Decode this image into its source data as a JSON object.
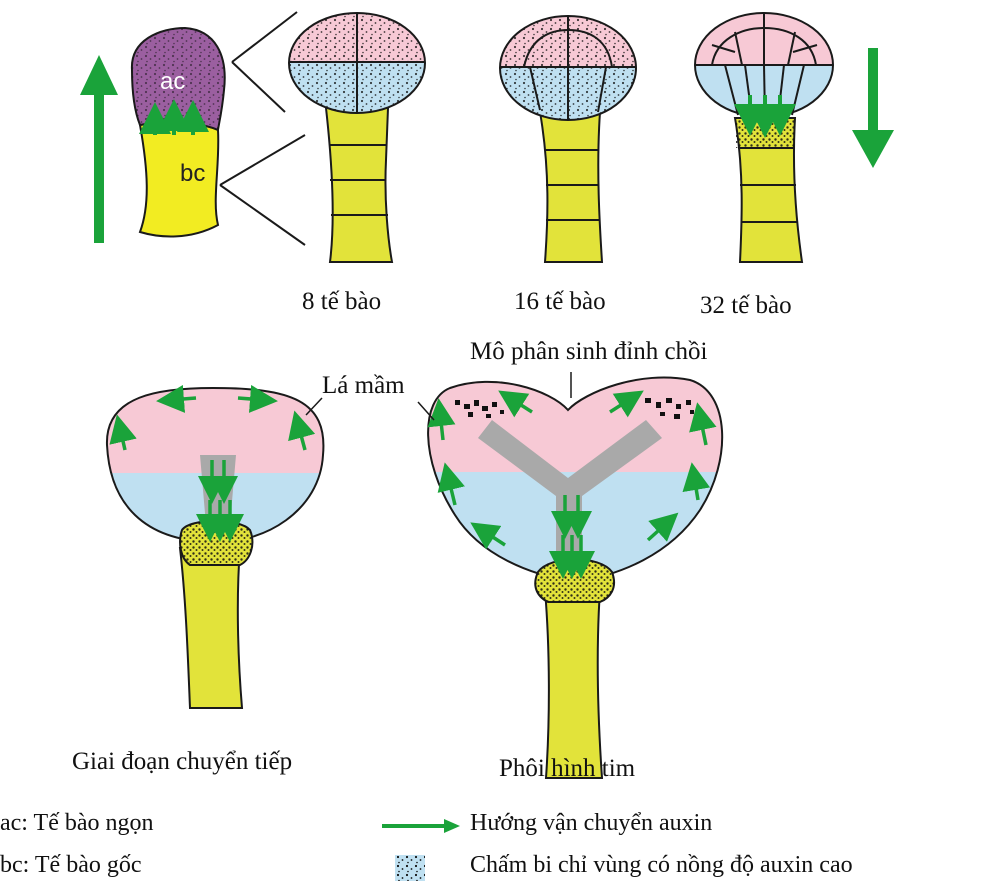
{
  "labels": {
    "ac_cell": "ac",
    "bc_cell": "bc",
    "stage_8": "8 tế bào",
    "stage_16": "16  tế bào",
    "stage_32": "32  tế bào",
    "shoot_meristem": "Mô phân sinh đỉnh chồi",
    "cotyledon": "Lá mầm",
    "transition_stage": "Giai đoạn chuyển tiếp",
    "heart_stage": "Phôi hình tim"
  },
  "legend": {
    "ac_def": "ac: Tế bào ngọn",
    "bc_def": "bc: Tế bào gốc",
    "arrow_def": "Hướng vận chuyển auxin",
    "dots_def": "Chấm bi chỉ vùng có nồng độ auxin cao"
  },
  "colors": {
    "apical_cell": "#9b5fa0",
    "basal_cell": "#f2ec22",
    "suspensor": "#e2e33a",
    "upper_region": "#f7c9d5",
    "lower_region": "#bfe0f1",
    "auxin_arrow": "#1aa33a",
    "auxin_channel": "#a9a9a9",
    "outline": "#1a1a1a"
  }
}
